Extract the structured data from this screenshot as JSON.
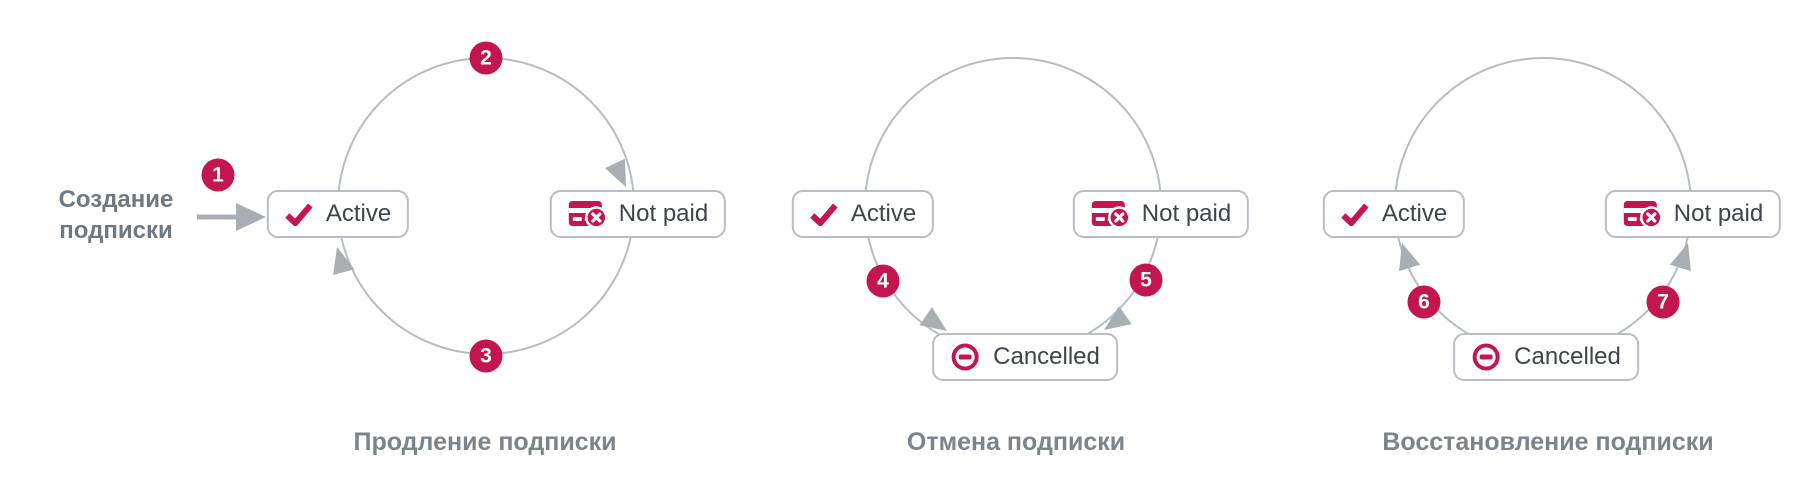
{
  "colors": {
    "accent": "#c3164e",
    "arc_gray": "#b7bcc2",
    "arrow_gray": "#a9aeb4",
    "pill_border": "#b9bec4",
    "pill_text": "#3d444c",
    "caption_text": "#7b848c",
    "label_text": "#6f7880"
  },
  "creation": {
    "label": "Создание подписки",
    "badge": "1"
  },
  "panels": [
    {
      "caption": "Продление подписки",
      "badges": [
        "2",
        "3"
      ],
      "states": {
        "active": {
          "label": "Active",
          "icon": "check-icon"
        },
        "not_paid": {
          "label": "Not paid",
          "icon": "card-declined-icon"
        }
      }
    },
    {
      "caption": "Отмена подписки",
      "badges": [
        "4",
        "5"
      ],
      "states": {
        "active": {
          "label": "Active",
          "icon": "check-icon"
        },
        "not_paid": {
          "label": "Not paid",
          "icon": "card-declined-icon"
        },
        "cancelled": {
          "label": "Cancelled",
          "icon": "circle-minus-icon"
        }
      }
    },
    {
      "caption": "Восстановление подписки",
      "badges": [
        "6",
        "7"
      ],
      "states": {
        "active": {
          "label": "Active",
          "icon": "check-icon"
        },
        "not_paid": {
          "label": "Not paid",
          "icon": "card-declined-icon"
        },
        "cancelled": {
          "label": "Cancelled",
          "icon": "circle-minus-icon"
        }
      }
    }
  ]
}
